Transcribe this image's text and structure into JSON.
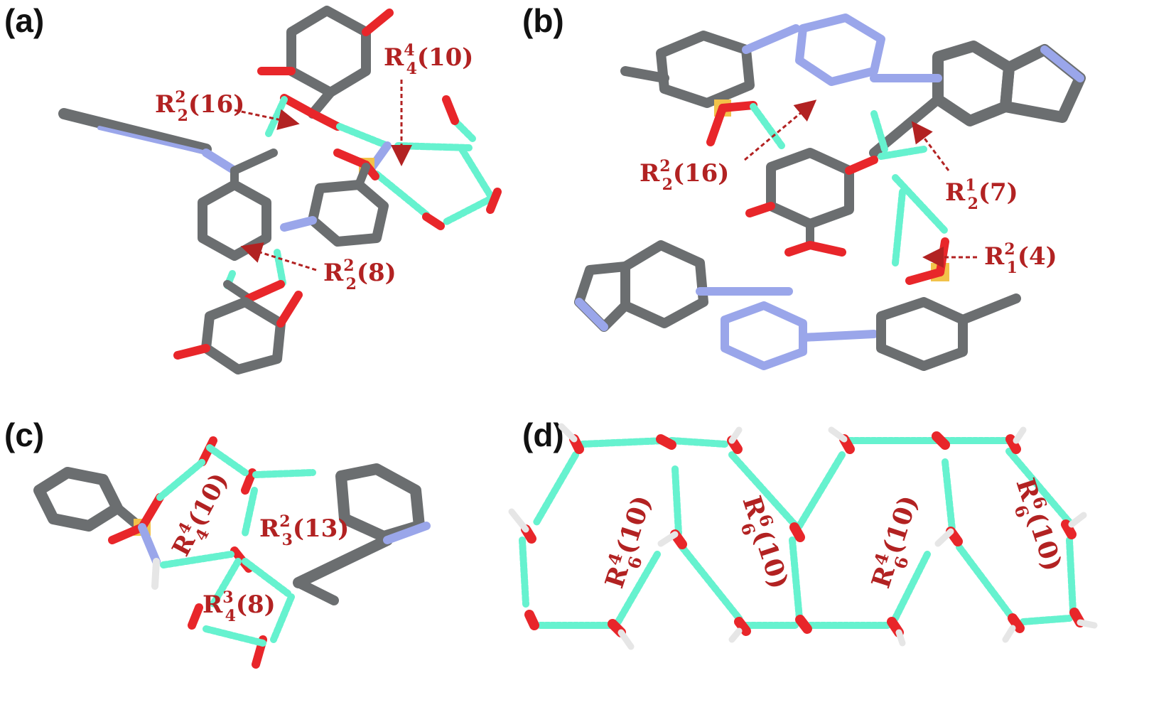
{
  "panels": {
    "a": {
      "label": "(a)",
      "motifs": [
        {
          "main": "R",
          "sup": "2",
          "sub": "2",
          "tail": "(16)"
        },
        {
          "main": "R",
          "sup": "4",
          "sub": "4",
          "tail": "(10)"
        },
        {
          "main": "R",
          "sup": "2",
          "sub": "2",
          "tail": "(8)"
        }
      ]
    },
    "b": {
      "label": "(b)",
      "motifs": [
        {
          "main": "R",
          "sup": "2",
          "sub": "2",
          "tail": "(16)"
        },
        {
          "main": "R",
          "sup": "1",
          "sub": "2",
          "tail": "(7)"
        },
        {
          "main": "R",
          "sup": "2",
          "sub": "1",
          "tail": "(4)"
        }
      ]
    },
    "c": {
      "label": "(c)",
      "motifs": [
        {
          "main": "R",
          "sup": "4",
          "sub": "4",
          "tail": "(10)"
        },
        {
          "main": "R",
          "sup": "2",
          "sub": "3",
          "tail": "(13)"
        },
        {
          "main": "R",
          "sup": "3",
          "sub": "4",
          "tail": "(8)"
        }
      ]
    },
    "d": {
      "label": "(d)",
      "motifs": [
        {
          "main": "R",
          "sup": "4",
          "sub": "6",
          "tail": "(10)"
        },
        {
          "main": "R",
          "sup": "6",
          "sub": "6",
          "tail": "(10)"
        },
        {
          "main": "R",
          "sup": "4",
          "sub": "6",
          "tail": "(10)"
        },
        {
          "main": "R",
          "sup": "6",
          "sub": "6",
          "tail": "(10)"
        }
      ]
    }
  },
  "colors": {
    "carbon": "#6b6e70",
    "hydrogen": "#e6e6e6",
    "nitrogen": "#9aa6ea",
    "oxygen": "#e8262a",
    "sulfur": "#f2c24a",
    "hbond": "#66f2cf",
    "arrow": "#b22222"
  }
}
